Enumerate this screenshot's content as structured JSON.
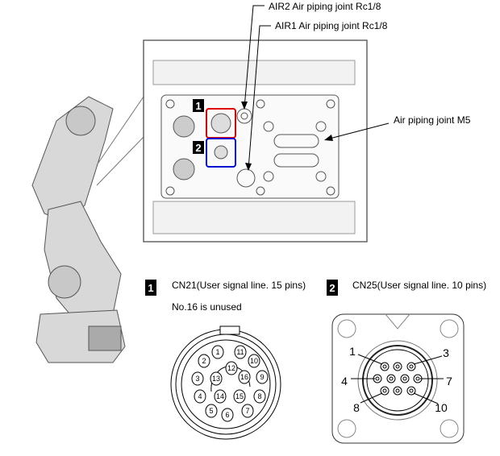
{
  "callouts": {
    "air2": "AIR2 Air piping joint Rc1/8",
    "air1": "AIR1 Air piping joint Rc1/8",
    "m5": "Air piping joint M5"
  },
  "badges": {
    "cn21": "1",
    "cn25": "2"
  },
  "highlight_colors": {
    "cn21": "#e00000",
    "cn25": "#0010d0"
  },
  "cn21": {
    "title": "CN21(User signal line. 15 pins)",
    "note": "No.16 is unused",
    "pins": [
      "1",
      "2",
      "3",
      "4",
      "5",
      "6",
      "7",
      "8",
      "9",
      "10",
      "11",
      "12",
      "13",
      "14",
      "15",
      "16"
    ]
  },
  "cn25": {
    "title": "CN25(User signal line. 10 pins)",
    "pin_labels": [
      "1",
      "3",
      "4",
      "7",
      "8",
      "10"
    ]
  }
}
